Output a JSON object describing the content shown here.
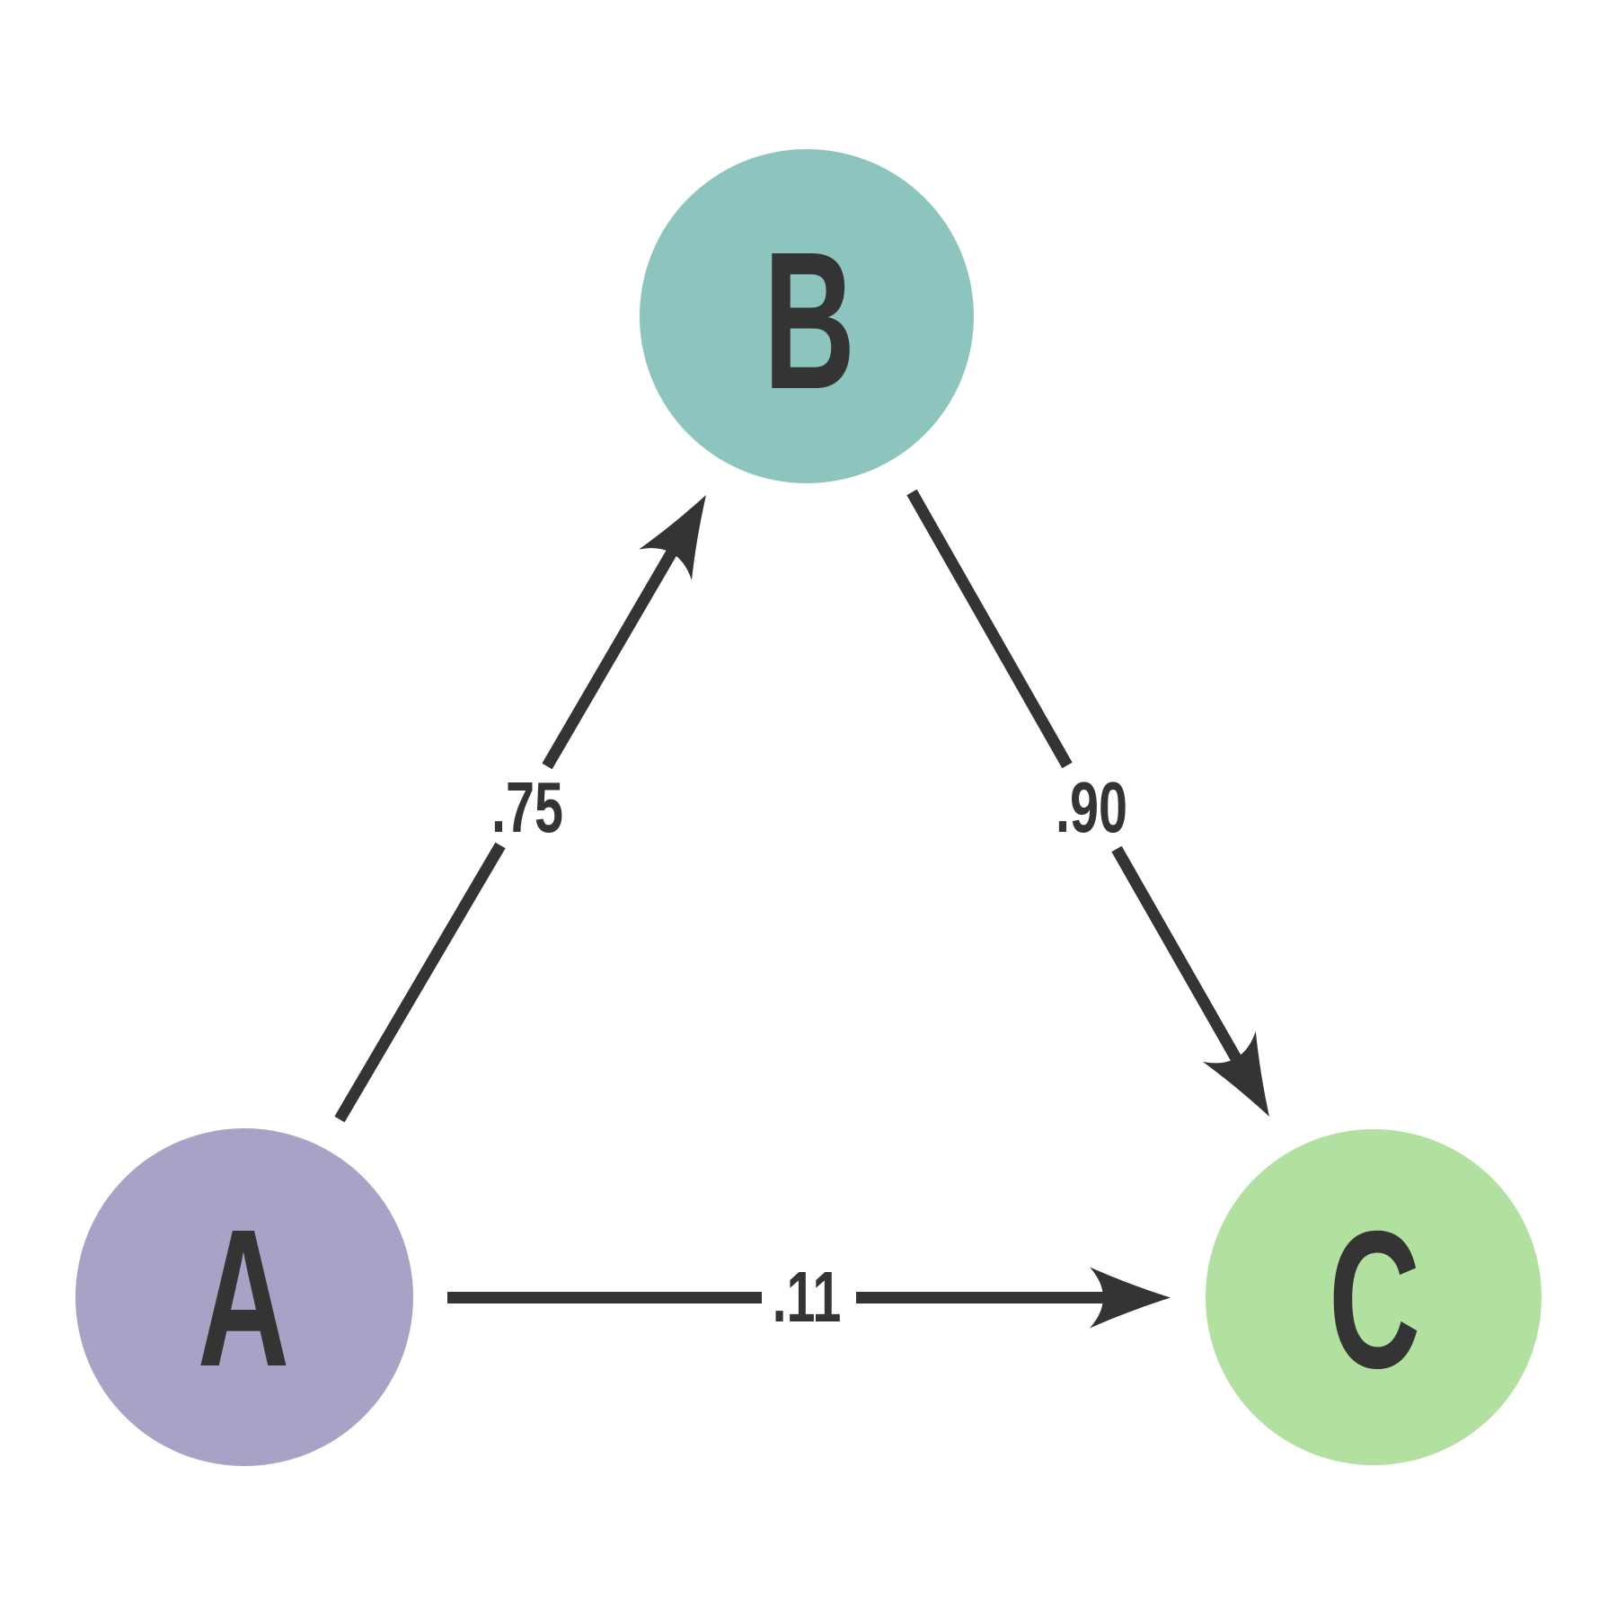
{
  "diagram": {
    "background_color": "#ffffff",
    "edge_color": "#343434",
    "label_color": "#343434",
    "nodes": [
      {
        "id": "A",
        "label": "A",
        "color": "#a6a3c7"
      },
      {
        "id": "B",
        "label": "B",
        "color": "#8ec4be"
      },
      {
        "id": "C",
        "label": "C",
        "color": "#b2e0a0"
      }
    ],
    "edges": [
      {
        "from": "A",
        "to": "B",
        "label": ".75"
      },
      {
        "from": "B",
        "to": "C",
        "label": ".90"
      },
      {
        "from": "A",
        "to": "C",
        "label": ".11"
      }
    ]
  }
}
